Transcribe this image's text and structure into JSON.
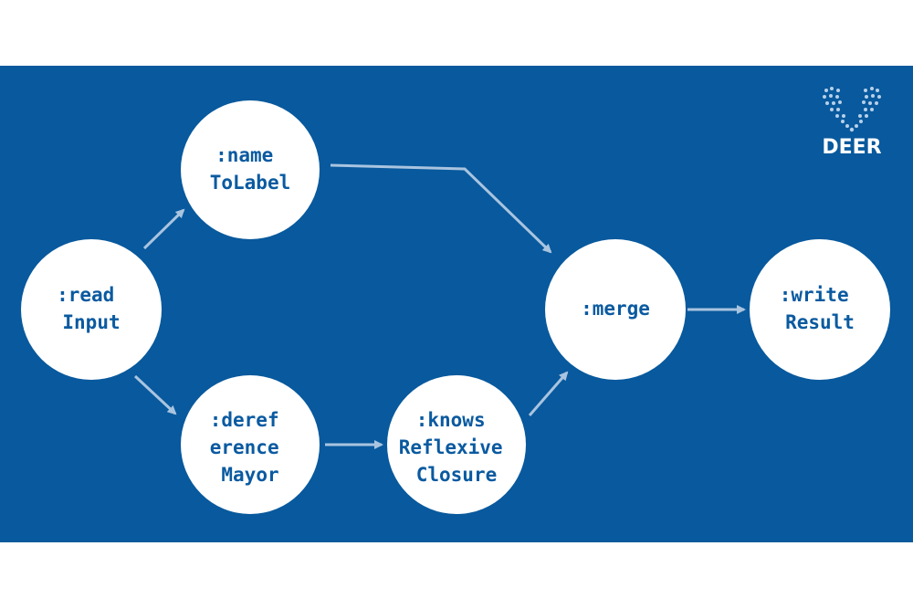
{
  "logo": {
    "text": "DEER",
    "icon": "deer-antler-icon"
  },
  "nodes": {
    "readInput": {
      "lines": [
        ":read",
        "Input"
      ]
    },
    "nameToLabel": {
      "lines": [
        ":name",
        "ToLabel"
      ]
    },
    "dereference": {
      "lines": [
        ":deref",
        "erence",
        "Mayor"
      ]
    },
    "knows": {
      "lines": [
        ":knows",
        "Reflexive",
        "Closure"
      ]
    },
    "merge": {
      "lines": [
        ":merge"
      ]
    },
    "write": {
      "lines": [
        ":write",
        "Result"
      ]
    }
  },
  "edges": [
    {
      "from": ":read Input",
      "to": ":name ToLabel"
    },
    {
      "from": ":read Input",
      "to": ":dereference Mayor"
    },
    {
      "from": ":name ToLabel",
      "to": ":merge"
    },
    {
      "from": ":dereference Mayor",
      "to": ":knows Reflexive Closure"
    },
    {
      "from": ":knows Reflexive Closure",
      "to": ":merge"
    },
    {
      "from": ":merge",
      "to": ":write Result"
    }
  ],
  "colors": {
    "background": "#08599d",
    "node": "#ffffff",
    "text": "#0a5aa0",
    "edge": "#a9c4e0"
  }
}
